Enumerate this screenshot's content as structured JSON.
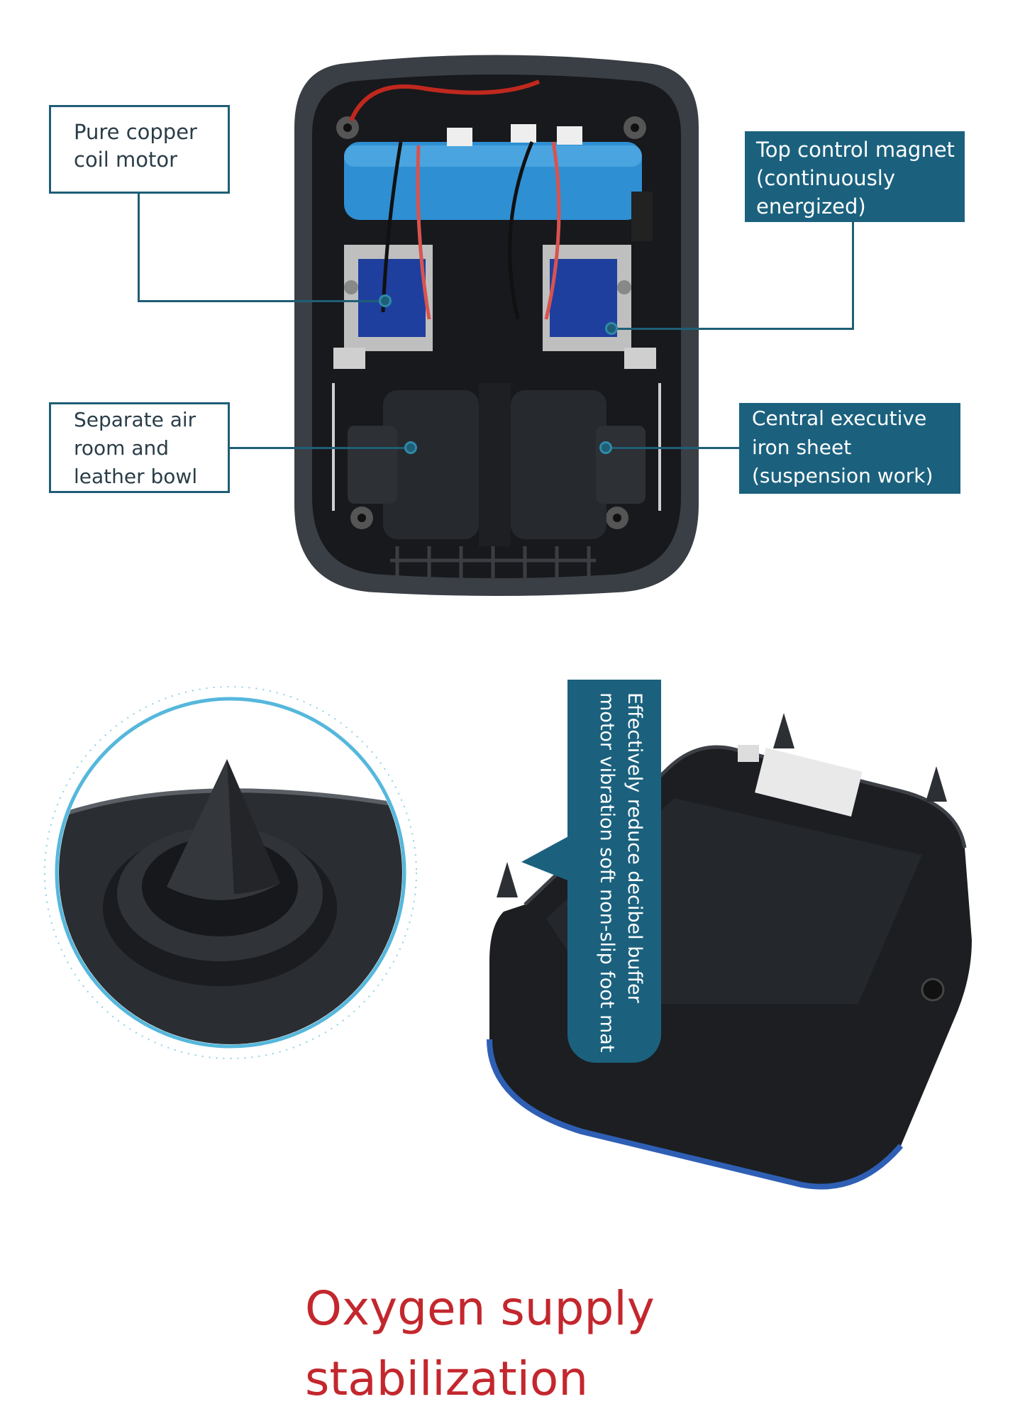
{
  "callouts": {
    "copper_motor": {
      "lines": [
        "Pure copper",
        "coil motor"
      ]
    },
    "top_magnet": {
      "lines": [
        "Top control magnet",
        "(continuously",
        "energized)"
      ]
    },
    "air_room": {
      "lines": [
        "Separate air",
        "room and",
        "leather bowl"
      ]
    },
    "iron_sheet": {
      "lines": [
        "Central executive",
        "iron sheet",
        "(suspension work)"
      ]
    }
  },
  "foot_mat": {
    "lines": [
      "Effectively reduce decibel buffer",
      "motor vibration soft non-slip foot mat"
    ]
  },
  "headline": {
    "lines": [
      "Oxygen supply",
      "stabilization"
    ]
  },
  "colors": {
    "accent": "#1b617e",
    "headline": "#c3272d"
  }
}
